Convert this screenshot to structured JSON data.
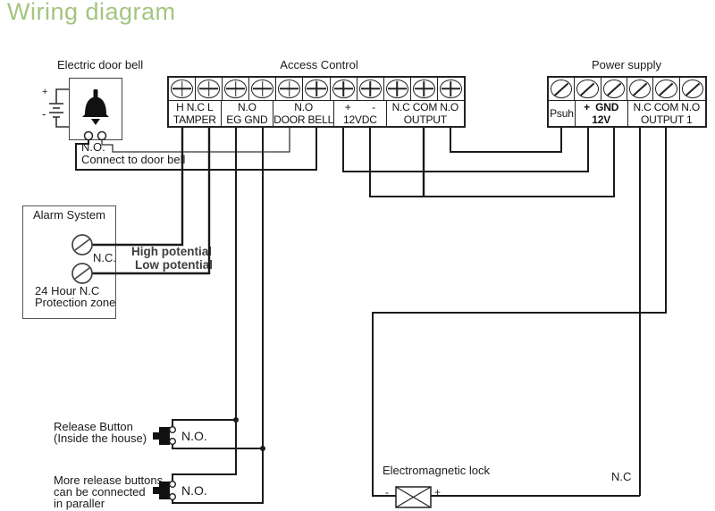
{
  "title": "Wiring diagram",
  "door_bell": {
    "label": "Electric door bell",
    "battery_plus": "+",
    "battery_minus": "-",
    "no_label": "N.O.",
    "connect_label": "Connect to door bell"
  },
  "access_control": {
    "title": "Access Control",
    "groups": [
      {
        "line1": "H N.C L",
        "line2": "TAMPER"
      },
      {
        "line1": "N.O",
        "line2": "EG GND"
      },
      {
        "line1": "N.O",
        "line2": "DOOR BELL"
      },
      {
        "plus": "+",
        "minus": "-",
        "line2": "12VDC"
      },
      {
        "line1": "N.C COM N.O",
        "line2": "OUTPUT"
      }
    ]
  },
  "power_supply": {
    "title": "Power supply",
    "groups": [
      {
        "label": "Psuh"
      },
      {
        "line1": "+  GND",
        "line2": "12V"
      },
      {
        "line1": "N.C COM N.O",
        "line2": "OUTPUT 1"
      }
    ]
  },
  "alarm_system": {
    "title": "Alarm System",
    "nc_label": "N.C.",
    "zone_line1": "24 Hour N.C",
    "zone_line2": "Protection zone",
    "high_label": "High potential",
    "low_label": "Low potential"
  },
  "release_buttons": {
    "btn1_line1": "Release Button",
    "btn1_line2": "(Inside the house)",
    "btn1_no": "N.O.",
    "btn2_line1": "More release buttons",
    "btn2_line2": "can be connected",
    "btn2_line3": "in paraller",
    "btn2_no": "N.O."
  },
  "lock": {
    "label": "Electromagnetic lock",
    "minus": "-",
    "plus": "+",
    "nc_label": "N.C"
  },
  "colors": {
    "accent_green": "#a3c57f",
    "wire": "#1a1a1a"
  }
}
